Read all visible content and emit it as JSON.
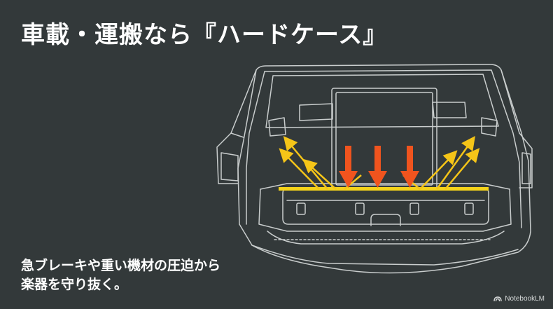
{
  "slide": {
    "title": "車載・運搬なら『ハードケース』",
    "caption_lines": [
      "急ブレーキや重い機材の圧迫から",
      "楽器を守り抜く。"
    ],
    "brand": {
      "label": "NotebookLM",
      "icon": "notebooklm-logo-icon"
    }
  },
  "colors": {
    "background": "#33393a",
    "line_art": "#c9cdcd",
    "deflect_arrows": "#f5c518",
    "force_arrows": "#f0541e",
    "shield_bar": "#f5d31a"
  }
}
